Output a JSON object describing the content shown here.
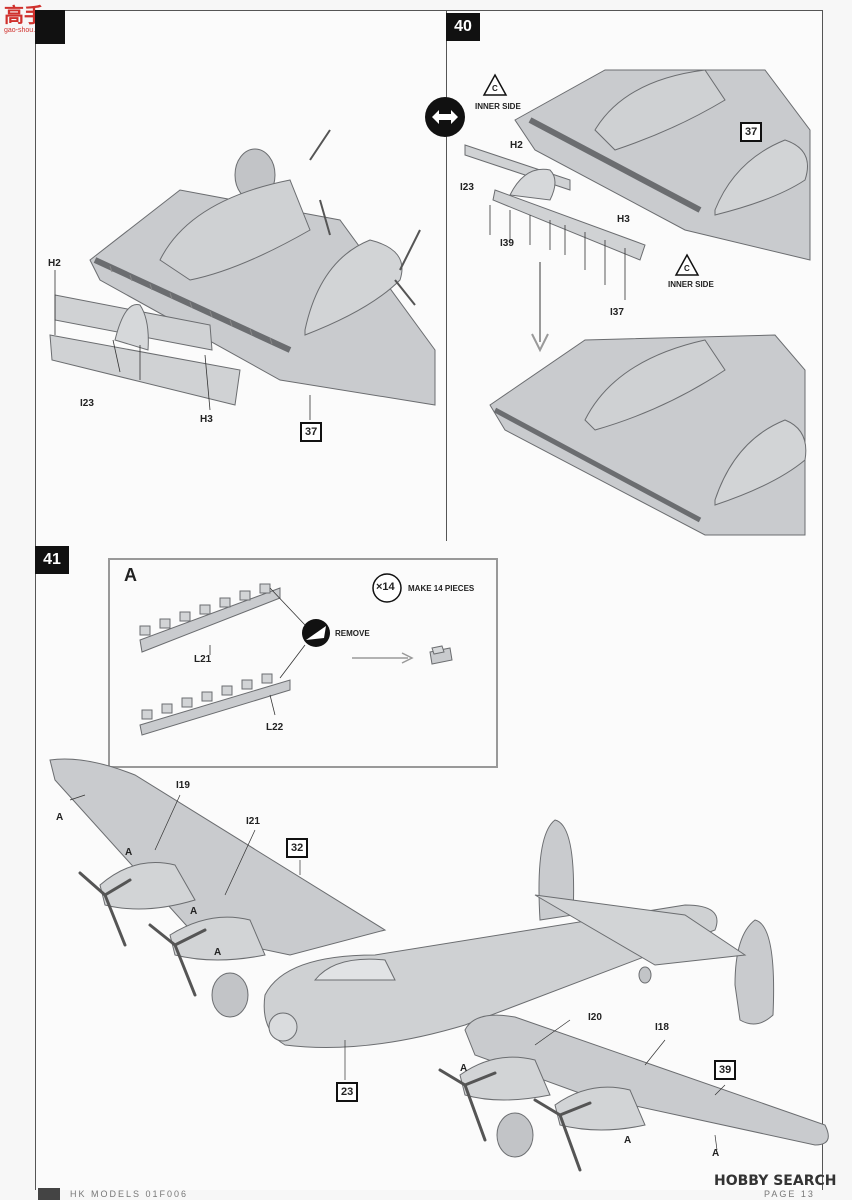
{
  "watermark_top": {
    "chars": "高手",
    "sub": "gao-shou.com"
  },
  "steps": {
    "s39": {
      "labels": {
        "h2": "H2",
        "i23": "I23",
        "h3": "H3",
        "ref": "37"
      }
    },
    "s40": {
      "number": "40",
      "inner_side_1": "INNER SIDE",
      "inner_side_2": "INNER SIDE",
      "c1": "C",
      "c2": "C",
      "labels": {
        "h2": "H2",
        "i23": "I23",
        "i39": "I39",
        "h3": "H3",
        "i37": "I37",
        "ref1": "37"
      }
    },
    "s41": {
      "number": "41",
      "inset": {
        "title": "A",
        "make_count": "×14",
        "make_text": "MAKE 14 PIECES",
        "remove_text": "REMOVE",
        "l21": "L21",
        "l22": "L22"
      },
      "labels": {
        "i19": "I19",
        "i21": "I21",
        "ref32": "32",
        "a1": "A",
        "a2": "A",
        "a3": "A",
        "a4": "A",
        "ref23": "23",
        "i20": "I20",
        "i18": "I18",
        "ref39": "39",
        "a5": "A",
        "a6": "A",
        "a7": "A"
      }
    }
  },
  "footer": {
    "left": "HK MODELS 01F006",
    "right": "PAGE 13",
    "brand": "HOBBY SEARCH"
  },
  "colors": {
    "part_grey": "#c9cbce",
    "outline": "#6b6d70",
    "frame": "#555555",
    "step_bg": "#111111",
    "watermark_red": "#d0312d"
  }
}
